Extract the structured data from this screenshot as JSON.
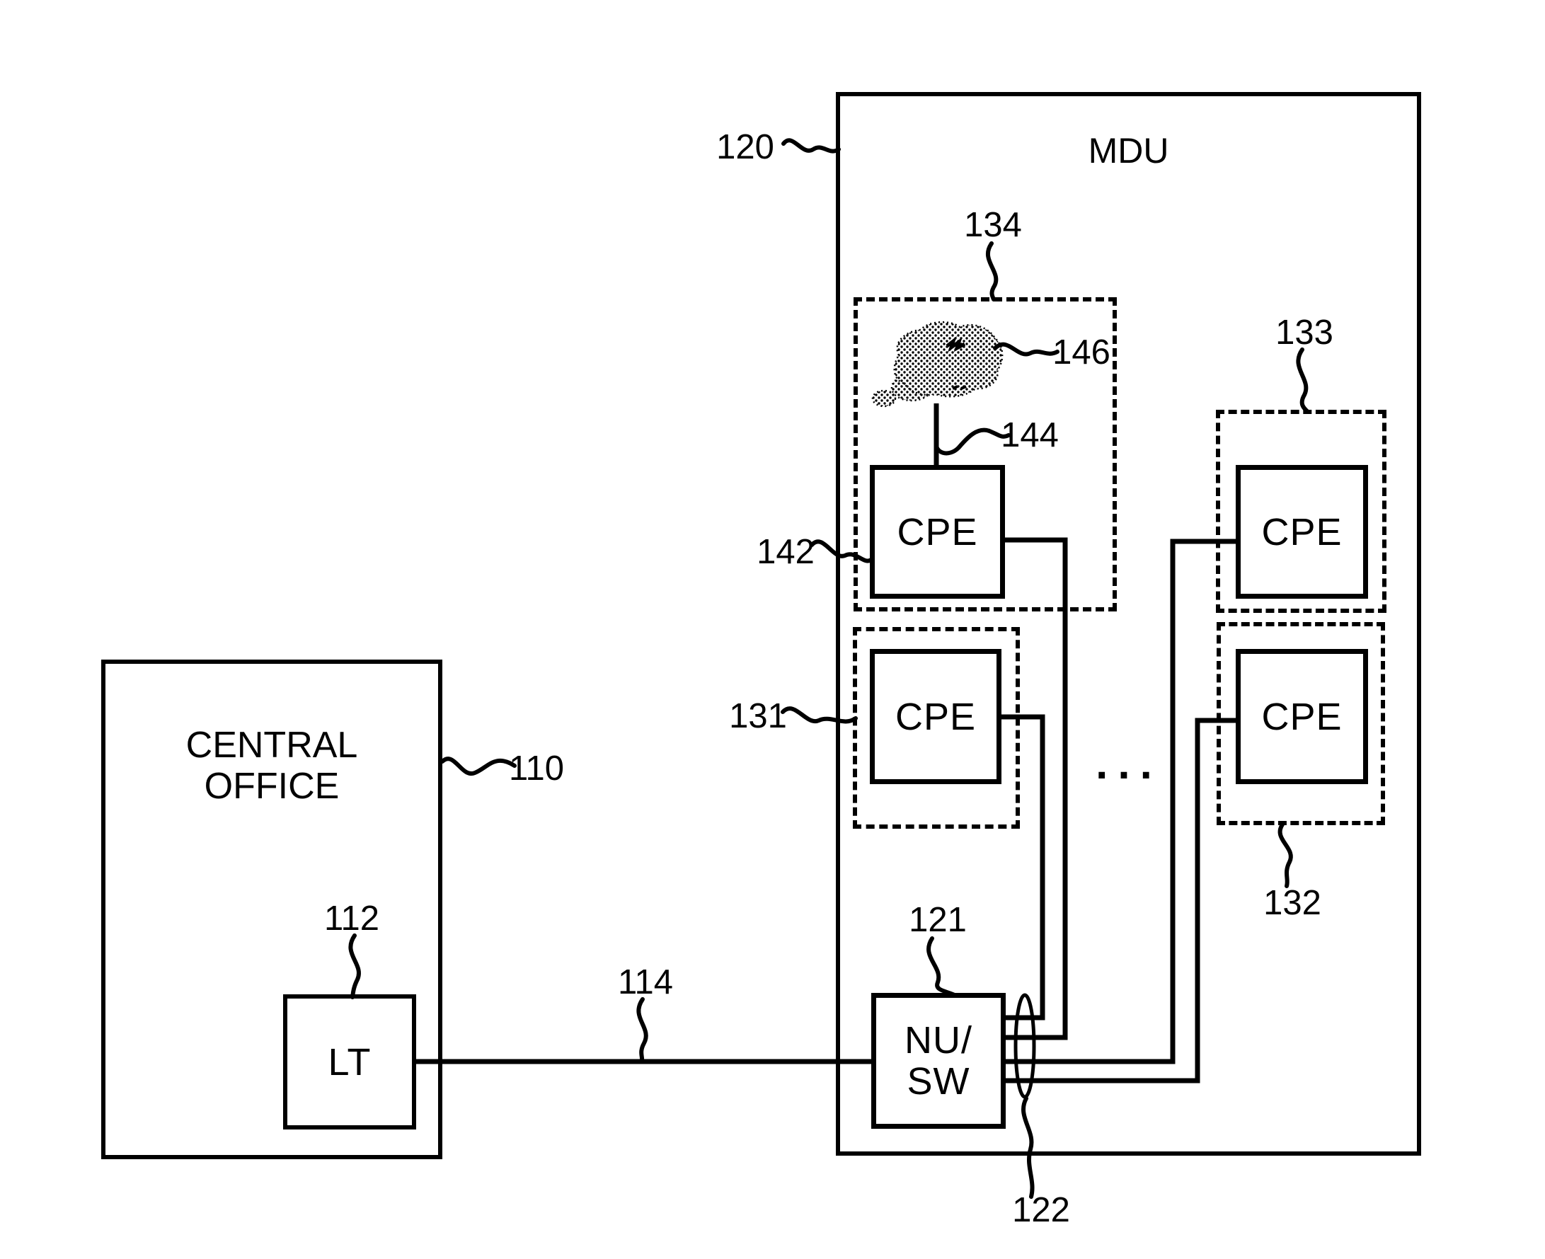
{
  "figure": {
    "background": "#ffffff",
    "ink": "#000000",
    "ellipsis": "..."
  },
  "central_office": {
    "title_line1": "CENTRAL",
    "title_line2": "OFFICE",
    "ref": "110",
    "line_terminal": {
      "label": "LT",
      "ref": "112"
    }
  },
  "access_link": {
    "ref": "114"
  },
  "mdu": {
    "title": "MDU",
    "ref": "120",
    "network_unit_switch": {
      "label_line1": "NU/",
      "label_line2": "SW",
      "ref": "121"
    },
    "cable_bundle": {
      "ref": "122"
    },
    "apartments": {
      "apt_134": {
        "ref": "134",
        "cpe": {
          "label": "CPE",
          "ref": "142"
        },
        "wireless_link": {
          "ref": "144"
        },
        "radio_cloud": {
          "ref": "146"
        }
      },
      "apt_131": {
        "ref": "131",
        "cpe": {
          "label": "CPE"
        }
      },
      "apt_133": {
        "ref": "133",
        "cpe": {
          "label": "CPE"
        }
      },
      "apt_132": {
        "ref": "132",
        "cpe": {
          "label": "CPE"
        }
      }
    }
  }
}
